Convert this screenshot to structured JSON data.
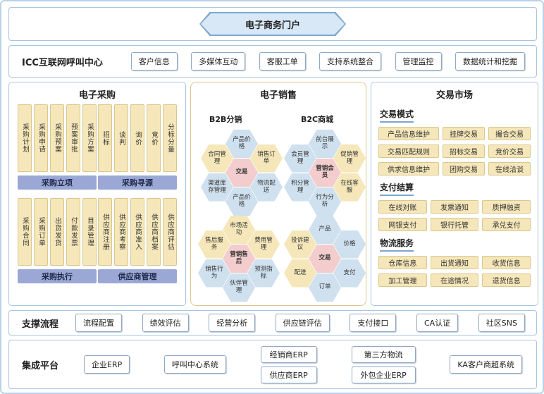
{
  "portal": {
    "title": "电子商务门户"
  },
  "icc": {
    "label": "ICC互联网呼叫中心",
    "items": [
      "客户信息",
      "多媒体互动",
      "客服工单",
      "支持系统整合",
      "管理监控",
      "数据统计和挖掘"
    ]
  },
  "procurement": {
    "title": "电子采购",
    "row1": {
      "group1": {
        "items": [
          "采购计划",
          "采购申请",
          "采购预案",
          "预案审批",
          "采购方案"
        ],
        "bar": "采购立项"
      },
      "group2": {
        "items": [
          "招标",
          "谈判",
          "询价",
          "竞价",
          "分标分量"
        ],
        "bar": "采购寻源"
      }
    },
    "row2": {
      "group1": {
        "items": [
          "采购合同",
          "采购订单",
          "出货发货",
          "付款发票",
          "目录管理"
        ],
        "bar": "采购执行"
      },
      "group2": {
        "items": [
          "供应商注册",
          "供应商考察",
          "供应商准入",
          "供应商档案",
          "供应商评估"
        ],
        "bar": "供应商管理"
      }
    }
  },
  "sales": {
    "title": "电子销售",
    "b2b_label": "B2B分销",
    "b2c_label": "B2C商城",
    "clusters": [
      {
        "center": {
          "label": "交易",
          "color": "pink"
        },
        "n": {
          "label": "产品价格",
          "color": "blue"
        },
        "ne": {
          "label": "销售订单",
          "color": "yellow"
        },
        "se": {
          "label": "物流配送",
          "color": "blue"
        },
        "s": {
          "label": "产品价格",
          "color": "blue"
        },
        "sw": {
          "label": "渠道库存管理",
          "color": "blue"
        },
        "nw": {
          "label": "合同管理",
          "color": "yellow"
        }
      },
      {
        "center": {
          "label": "营销会员",
          "color": "pink"
        },
        "n": {
          "label": "前台展示",
          "color": "blue"
        },
        "ne": {
          "label": "促销管理",
          "color": "yellow"
        },
        "se": {
          "label": "在线客服",
          "color": "yellow"
        },
        "s": {
          "label": "行为分析",
          "color": "blue"
        },
        "sw": {
          "label": "积分管理",
          "color": "blue"
        },
        "nw": {
          "label": "会员管理",
          "color": "blue"
        }
      },
      {
        "center": {
          "label": "营销售后",
          "color": "pink"
        },
        "n": {
          "label": "市场活动",
          "color": "yellow"
        },
        "ne": {
          "label": "费用管理",
          "color": "yellow"
        },
        "se": {
          "label": "预测指标",
          "color": "blue"
        },
        "s": {
          "label": "伙伴管理",
          "color": "blue"
        },
        "sw": {
          "label": "销售行为",
          "color": "blue"
        },
        "nw": {
          "label": "售后服务",
          "color": "yellow"
        }
      },
      {
        "center": {
          "label": "交易",
          "color": "pink"
        },
        "n": {
          "label": "产品",
          "color": "blue"
        },
        "ne": {
          "label": "价格",
          "color": "blue"
        },
        "se": {
          "label": "支付",
          "color": "blue"
        },
        "s": {
          "label": "订单",
          "color": "blue"
        },
        "sw": {
          "label": "配送",
          "color": "yellow"
        },
        "nw": {
          "label": "投诉建议",
          "color": "yellow"
        }
      }
    ]
  },
  "market": {
    "title": "交易市场",
    "sections": [
      {
        "name": "交易模式",
        "rows": [
          [
            "产品信息维护",
            "挂牌交易",
            "撮合交易"
          ],
          [
            "交易匹配规则",
            "招标交易",
            "竞价交易"
          ],
          [
            "供求信息维护",
            "团购交易",
            "在线洽谈"
          ]
        ]
      },
      {
        "name": "支付结算",
        "rows": [
          [
            "在线对账",
            "发票通知",
            "质押融资"
          ],
          [
            "网银支付",
            "银行托管",
            "承兑支付"
          ]
        ]
      },
      {
        "name": "物流服务",
        "rows": [
          [
            "仓库信息",
            "出货通知",
            "收货信息"
          ],
          [
            "加工管理",
            "在途情况",
            "退货信息"
          ]
        ]
      }
    ]
  },
  "support": {
    "label": "支撑流程",
    "items": [
      "流程配置",
      "绩效评估",
      "经营分析",
      "供应链评估",
      "支付接口",
      "CA认证",
      "社区SNS"
    ]
  },
  "integration": {
    "label": "集成平台",
    "groups": [
      [
        "企业ERP"
      ],
      [
        "呼叫中心系统"
      ],
      [
        "经销商ERP",
        "供应商ERP"
      ],
      [
        "第三方物流",
        "外包企业ERP"
      ],
      [
        "KA客户商超系统"
      ]
    ]
  },
  "colors": {
    "border_blue": "#a9c5e0",
    "border_yellow": "#d9c78e",
    "box_yellow": "#f5e7b9",
    "bar_purple": "#9ba7d4",
    "hex_blue": "#cfe0ef",
    "hex_yellow": "#f5e7b9",
    "hex_pink": "#f3cdcd",
    "badge_fill": "#d9e8f6",
    "badge_border": "#7fa8cd"
  }
}
